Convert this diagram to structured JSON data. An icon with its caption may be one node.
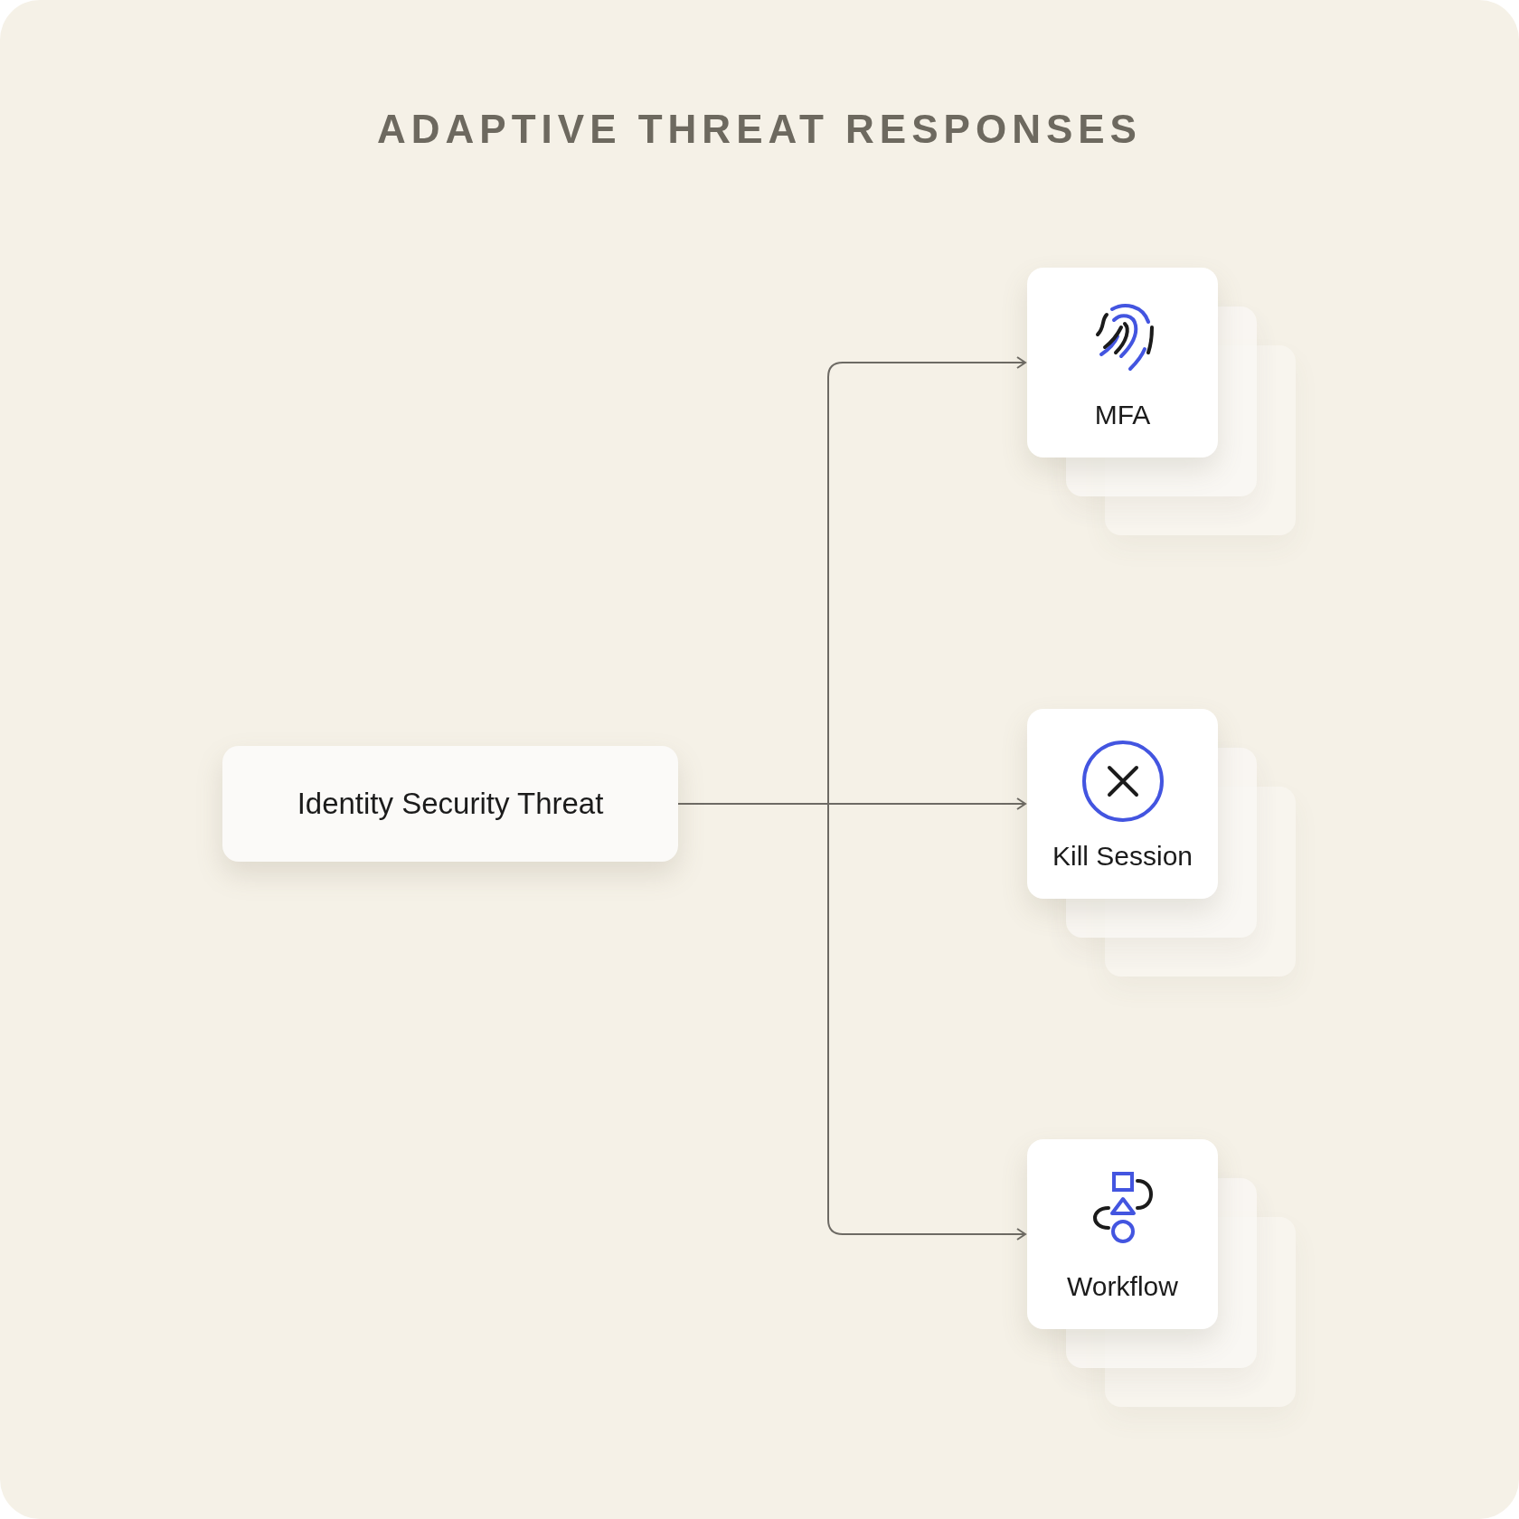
{
  "diagram": {
    "title": "ADAPTIVE THREAT RESPONSES",
    "nodes": [
      {
        "text": [
          "Identity Security Threat"
        ]
      },
      {
        "text": [
          "MFA"
        ]
      },
      {
        "text": [
          "Kill Session"
        ]
      },
      {
        "text": [
          "Workflow"
        ]
      }
    ],
    "edges": [
      {
        "from": 0,
        "to": 1,
        "arrow": "to"
      },
      {
        "from": 0,
        "to": 2,
        "arrow": "to"
      },
      {
        "from": 0,
        "to": 3,
        "arrow": "to"
      }
    ]
  }
}
